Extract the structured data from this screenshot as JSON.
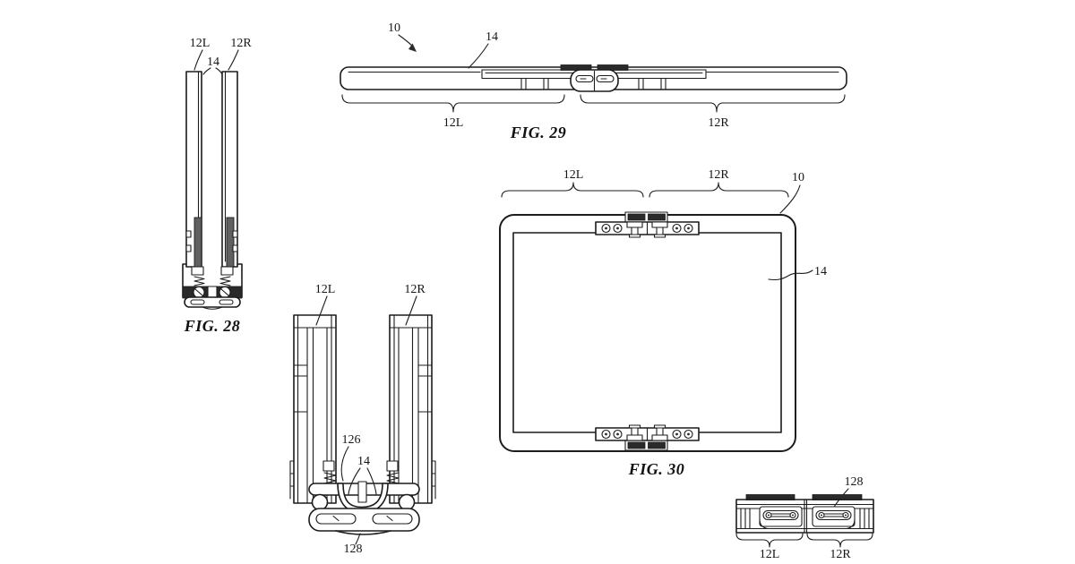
{
  "style": {
    "background": "#ffffff",
    "line_color": "#1c1c1c",
    "dark_fill": "#2a2a2a",
    "gray_fill": "#606060"
  },
  "fig28": {
    "caption": "FIG. 28",
    "label_12l": "12L",
    "label_14": "14",
    "label_12r": "12R"
  },
  "fig29": {
    "caption": "FIG. 29",
    "label_10": "10",
    "label_14": "14",
    "label_12l": "12L",
    "label_12r": "12R"
  },
  "fig30": {
    "caption": "FIG. 30",
    "label_10": "10",
    "label_14": "14",
    "label_12l": "12L",
    "label_12r": "12R"
  },
  "fold_detail": {
    "label_12l": "12L",
    "label_12r": "12R",
    "label_126": "126",
    "label_14": "14",
    "label_128": "128"
  },
  "hinge_detail": {
    "label_128": "128",
    "label_12l": "12L",
    "label_12r": "12R"
  }
}
